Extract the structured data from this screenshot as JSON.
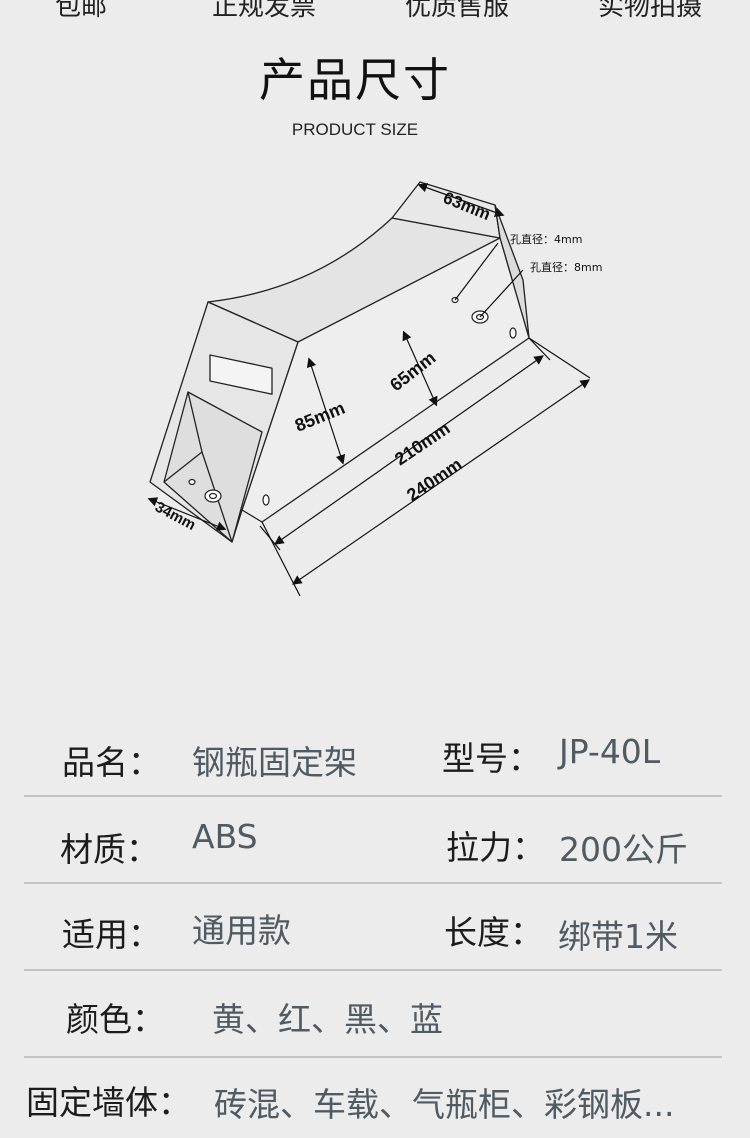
{
  "nav": {
    "items": [
      "包邮",
      "正规发票",
      "优质售服",
      "实物拍摄"
    ]
  },
  "header": {
    "title": "产品尺寸",
    "subtitle": "PRODUCT SIZE"
  },
  "diagram": {
    "dim_width": "63mm",
    "hole1": "孔直径：4mm",
    "hole2": "孔直径：8mm",
    "dim_height_inner": "65mm",
    "dim_height_outer": "85mm",
    "dim_length_inner": "210mm",
    "dim_length_outer": "240mm",
    "dim_base": "34mm"
  },
  "specs": {
    "name_label": "品名：",
    "name_value": "钢瓶固定架",
    "model_label": "型号：",
    "model_value": "JP-40L",
    "material_label": "材质：",
    "material_value": "ABS",
    "tension_label": "拉力：",
    "tension_value": "200公斤",
    "usage_label": "适用：",
    "usage_value": "通用款",
    "length_label": "长度：",
    "length_value": "绑带1米",
    "color_label": "颜色：",
    "color_value": "黄、红、黑、蓝",
    "wall_label": "固定墙体：",
    "wall_value": "砖混、车载、气瓶柜、彩钢板..."
  }
}
